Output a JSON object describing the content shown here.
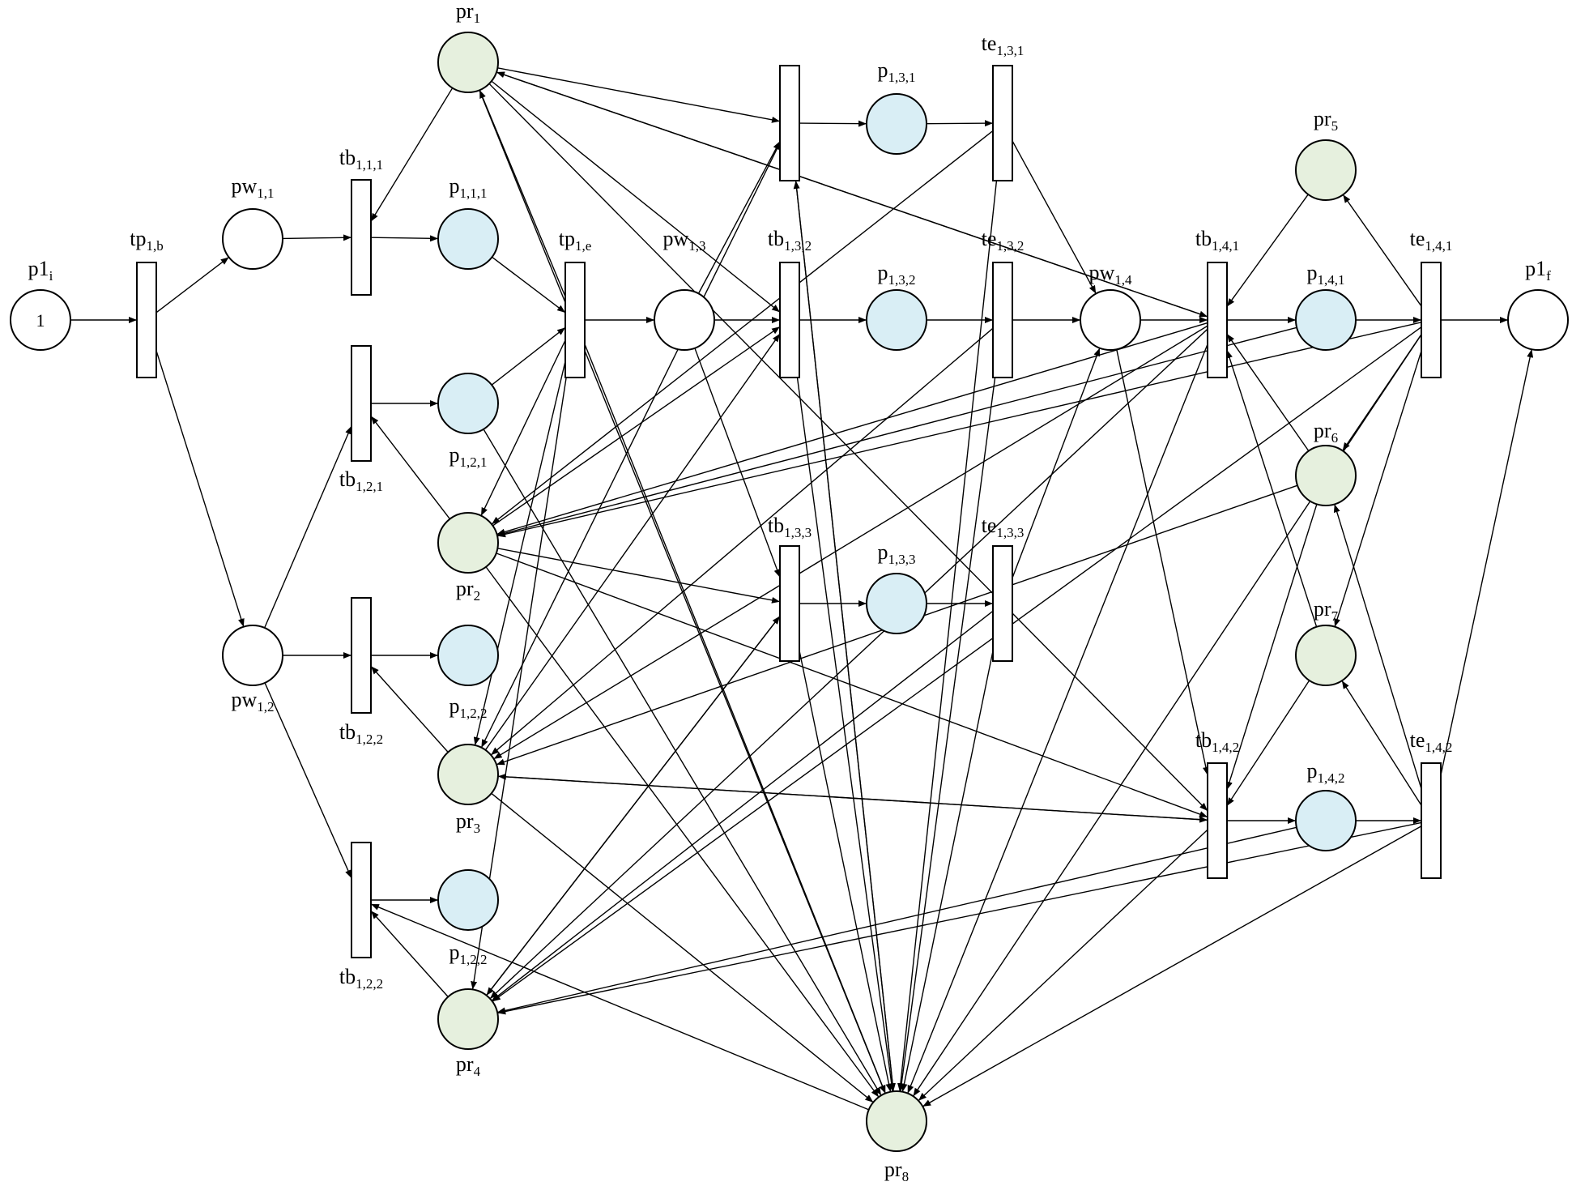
{
  "colors": {
    "background": "#ffffff",
    "stroke": "#000000",
    "state_place": "#ffffff",
    "resource_place": "#e6f0de",
    "operation_place": "#d9eef5"
  },
  "places": [
    {
      "id": "p1i",
      "base": "p1",
      "sub": "i",
      "tokens": "1",
      "kind": "state"
    },
    {
      "id": "pw11",
      "base": "pw",
      "sub": "1,1",
      "kind": "state"
    },
    {
      "id": "pw12",
      "base": "pw",
      "sub": "1,2",
      "kind": "state"
    },
    {
      "id": "pw13",
      "base": "pw",
      "sub": "1,3",
      "kind": "state"
    },
    {
      "id": "pw14",
      "base": "pw",
      "sub": "1,4",
      "kind": "state"
    },
    {
      "id": "p1f",
      "base": "p1",
      "sub": "f",
      "kind": "state"
    },
    {
      "id": "p111",
      "base": "p",
      "sub": "1,1,1",
      "kind": "operation"
    },
    {
      "id": "p121",
      "base": "p",
      "sub": "1,2,1",
      "kind": "operation"
    },
    {
      "id": "p122a",
      "base": "p",
      "sub": "1,2,2",
      "kind": "operation"
    },
    {
      "id": "p122b",
      "base": "p",
      "sub": "1,2,2",
      "kind": "operation"
    },
    {
      "id": "p131",
      "base": "p",
      "sub": "1,3,1",
      "kind": "operation"
    },
    {
      "id": "p132",
      "base": "p",
      "sub": "1,3,2",
      "kind": "operation"
    },
    {
      "id": "p133",
      "base": "p",
      "sub": "1,3,3",
      "kind": "operation"
    },
    {
      "id": "p141",
      "base": "p",
      "sub": "1,4,1",
      "kind": "operation"
    },
    {
      "id": "p142",
      "base": "p",
      "sub": "1,4,2",
      "kind": "operation"
    },
    {
      "id": "pr1",
      "base": "pr",
      "sub": "1",
      "kind": "resource"
    },
    {
      "id": "pr2",
      "base": "pr",
      "sub": "2",
      "kind": "resource"
    },
    {
      "id": "pr3",
      "base": "pr",
      "sub": "3",
      "kind": "resource"
    },
    {
      "id": "pr4",
      "base": "pr",
      "sub": "4",
      "kind": "resource"
    },
    {
      "id": "pr5",
      "base": "pr",
      "sub": "5",
      "kind": "resource"
    },
    {
      "id": "pr6",
      "base": "pr",
      "sub": "6",
      "kind": "resource"
    },
    {
      "id": "pr7",
      "base": "pr",
      "sub": "7",
      "kind": "resource"
    },
    {
      "id": "pr8",
      "base": "pr",
      "sub": "8",
      "kind": "resource"
    }
  ],
  "transitions": [
    {
      "id": "tp1b",
      "base": "tp",
      "sub": "1,b"
    },
    {
      "id": "tb111",
      "base": "tb",
      "sub": "1,1,1"
    },
    {
      "id": "tb121",
      "base": "tb",
      "sub": "1,2,1"
    },
    {
      "id": "tb122a",
      "base": "tb",
      "sub": "1,2,2"
    },
    {
      "id": "tb122b",
      "base": "tb",
      "sub": "1,2,2"
    },
    {
      "id": "tp1e",
      "base": "tp",
      "sub": "1,e"
    },
    {
      "id": "tb131",
      "base": "",
      "sub": ""
    },
    {
      "id": "tb132",
      "base": "tb",
      "sub": "1,3,2"
    },
    {
      "id": "tb133",
      "base": "tb",
      "sub": "1,3,3"
    },
    {
      "id": "te131",
      "base": "te",
      "sub": "1,3,1"
    },
    {
      "id": "te132",
      "base": "te",
      "sub": "1,3,2"
    },
    {
      "id": "te133",
      "base": "te",
      "sub": "1,3,3"
    },
    {
      "id": "tb141",
      "base": "tb",
      "sub": "1,4,1"
    },
    {
      "id": "tb142",
      "base": "tb",
      "sub": "1,4,2"
    },
    {
      "id": "te141",
      "base": "te",
      "sub": "1,4,1"
    },
    {
      "id": "te142",
      "base": "te",
      "sub": "1,4,2"
    }
  ],
  "arcs": [
    [
      "p1i",
      "tp1b"
    ],
    [
      "tp1b",
      "pw11"
    ],
    [
      "tp1b",
      "pw12"
    ],
    [
      "pw11",
      "tb111"
    ],
    [
      "tb111",
      "p111"
    ],
    [
      "p111",
      "tp1e"
    ],
    [
      "pw12",
      "tb121"
    ],
    [
      "tb121",
      "p121"
    ],
    [
      "p121",
      "tp1e"
    ],
    [
      "pw12",
      "tb122a"
    ],
    [
      "tb122a",
      "p122a"
    ],
    [
      "pw12",
      "tb122b"
    ],
    [
      "tb122b",
      "p122b"
    ],
    [
      "tp1e",
      "pw13"
    ],
    [
      "pw13",
      "tb131"
    ],
    [
      "tb131",
      "p131"
    ],
    [
      "p131",
      "te131"
    ],
    [
      "te131",
      "pw14"
    ],
    [
      "pw13",
      "tb132"
    ],
    [
      "tb132",
      "p132"
    ],
    [
      "p132",
      "te132"
    ],
    [
      "te132",
      "pw14"
    ],
    [
      "pw13",
      "tb133"
    ],
    [
      "tb133",
      "p133"
    ],
    [
      "p133",
      "te133"
    ],
    [
      "te133",
      "pw14"
    ],
    [
      "pw14",
      "tb141"
    ],
    [
      "tb141",
      "p141"
    ],
    [
      "p141",
      "te141"
    ],
    [
      "te141",
      "p1f"
    ],
    [
      "pw14",
      "tb142"
    ],
    [
      "tb142",
      "p142"
    ],
    [
      "p142",
      "te142"
    ],
    [
      "te142",
      "p1f"
    ],
    [
      "pr1",
      "tb111"
    ],
    [
      "pr2",
      "tb121"
    ],
    [
      "pr3",
      "tb122a"
    ],
    [
      "pr4",
      "tb122b"
    ],
    [
      "tp1e",
      "pr1"
    ],
    [
      "tp1e",
      "pr2"
    ],
    [
      "tp1e",
      "pr3"
    ],
    [
      "tp1e",
      "pr4"
    ],
    [
      "pr1",
      "tb131"
    ],
    [
      "pr1",
      "tb132"
    ],
    [
      "pr1",
      "tb141"
    ],
    [
      "pr1",
      "tb142"
    ],
    [
      "pr2",
      "tb132"
    ],
    [
      "pr2",
      "tb133"
    ],
    [
      "pr2",
      "tb142"
    ],
    [
      "pr3",
      "tb132"
    ],
    [
      "pr3",
      "tb142"
    ],
    [
      "pr4",
      "tb133"
    ],
    [
      "pr8",
      "tb122b"
    ],
    [
      "te131",
      "pr2"
    ],
    [
      "te131",
      "pr8"
    ],
    [
      "te132",
      "pr3"
    ],
    [
      "te132",
      "pr8"
    ],
    [
      "te133",
      "pr4"
    ],
    [
      "te133",
      "pr8"
    ],
    [
      "tb131",
      "pr3"
    ],
    [
      "tb133",
      "pr4"
    ],
    [
      "tb141",
      "pr1"
    ],
    [
      "tb141",
      "pr2"
    ],
    [
      "tb141",
      "pr3"
    ],
    [
      "tb141",
      "pr4"
    ],
    [
      "tb141",
      "pr8"
    ],
    [
      "tb142",
      "pr3"
    ],
    [
      "tb142",
      "pr8"
    ],
    [
      "pr5",
      "tb141"
    ],
    [
      "pr6",
      "tb141"
    ],
    [
      "pr7",
      "tb141"
    ],
    [
      "pr6",
      "tb142"
    ],
    [
      "pr7",
      "tb142"
    ],
    [
      "te141",
      "pr5"
    ],
    [
      "te141",
      "pr6"
    ],
    [
      "te141",
      "pr7"
    ],
    [
      "te141",
      "pr2"
    ],
    [
      "te141",
      "pr4"
    ],
    [
      "te141",
      "pr8"
    ],
    [
      "te142",
      "pr6"
    ],
    [
      "te142",
      "pr7"
    ],
    [
      "te142",
      "pr4"
    ],
    [
      "te142",
      "pr8"
    ],
    [
      "p141",
      "pr2"
    ],
    [
      "p142",
      "pr4"
    ],
    [
      "pr6",
      "pr3"
    ],
    [
      "p121",
      "pr8"
    ],
    [
      "pr2",
      "pr8"
    ],
    [
      "pr3",
      "pr8"
    ],
    [
      "tp1e",
      "pr8"
    ],
    [
      "pr1",
      "pr8"
    ],
    [
      "tb131",
      "pr8"
    ],
    [
      "tb132",
      "pr8"
    ],
    [
      "tb133",
      "pr8"
    ],
    [
      "pr8",
      "tb131"
    ]
  ]
}
